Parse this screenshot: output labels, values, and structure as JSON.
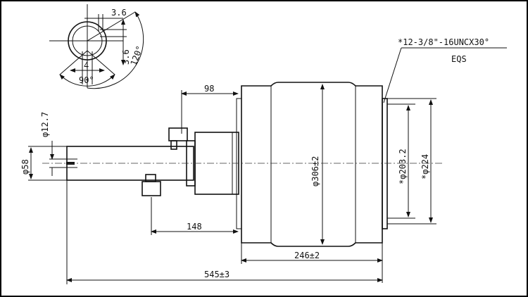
{
  "drawing": {
    "keyway": {
      "dim_top": "3.6",
      "dim_side": "3.6",
      "dim_width": "4",
      "angle_bottom": "90°",
      "angle_side": "120°"
    },
    "thread_note": "*12-3/8\"-16UNCX30°",
    "thread_note_sub": "EQS",
    "dims": {
      "shaft_dia": "φ58",
      "bore_dia": "φ12.7",
      "bolt_offset_top": "98",
      "bolt_offset_bottom": "148",
      "drum_dia": "φ306±2",
      "drum_length": "246±2",
      "total_length": "545±3",
      "flange_pcd": "*φ203.2",
      "flange_dia": "*φ224"
    }
  }
}
